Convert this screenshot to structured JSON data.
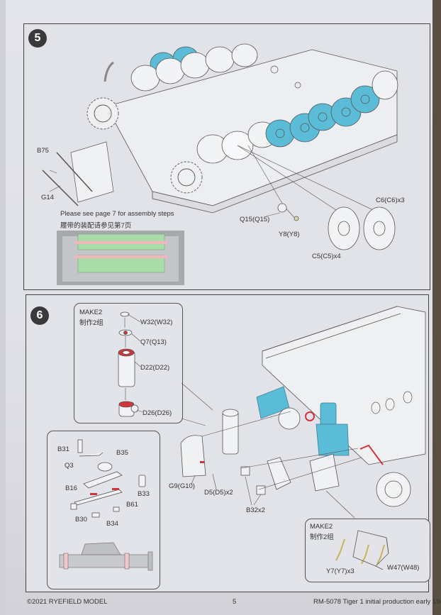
{
  "page": {
    "number": "5",
    "copyright": "©2021 RYEFIELD MODEL",
    "product": "RM-5078  Tiger 1 initial production early 194"
  },
  "step5": {
    "number": "5",
    "labels": {
      "b75": "B75",
      "g14": "G14",
      "q15": "Q15(Q15)",
      "y8": "Y8(Y8)",
      "c5": "C5(C5)x4",
      "c6": "C6(C6)x3"
    },
    "note_en": "Please see page 7 for assembly steps",
    "note_cn": "履带的装配请参见第7页",
    "colors": {
      "highlight": "#5bbcd8",
      "track_preview": "#a9dca8",
      "pin_pink": "#f0b8bc"
    }
  },
  "step6": {
    "number": "6",
    "callout_top": {
      "make": "MAKE2",
      "make_cn": "制作2组",
      "labels": {
        "w32": "W32(W32)",
        "q7": "Q7(Q13)",
        "d22": "D22(D22)",
        "d26": "D26(D26)"
      }
    },
    "callout_left": {
      "labels": {
        "b31": "B31",
        "q3": "Q3",
        "b35": "B35",
        "b16": "B16",
        "b33": "B33",
        "b61": "B61",
        "b30": "B30",
        "b34": "B34"
      }
    },
    "labels": {
      "g9": "G9(G10)",
      "d5": "D5(D5)x2",
      "b32": "B32x2"
    },
    "callout_bottom": {
      "make": "MAKE2",
      "make_cn": "制作2组",
      "labels": {
        "y7": "Y7(Y7)x3",
        "w47": "W47(W48)"
      }
    },
    "colors": {
      "highlight": "#5bbcd8",
      "glue_red": "#d2343a",
      "brass": "#c9b458"
    }
  }
}
